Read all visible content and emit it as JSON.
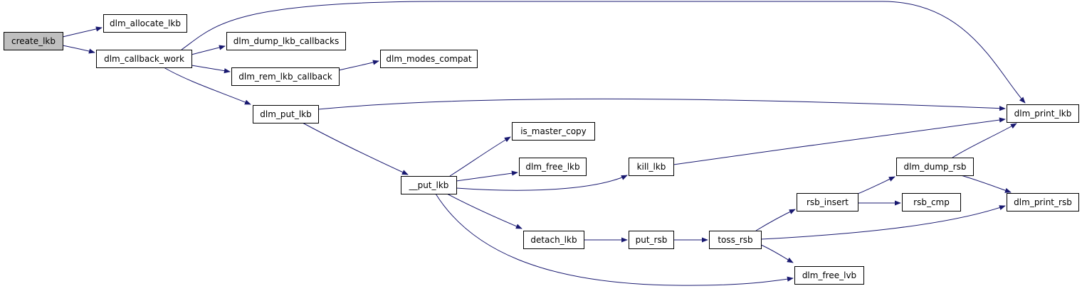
{
  "graph": {
    "edge_color": "#191970",
    "root_fill": "#bfbfbf",
    "nodes": [
      {
        "id": "create_lkb",
        "label": "create_lkb",
        "root": true
      },
      {
        "id": "dlm_allocate_lkb",
        "label": "dlm_allocate_lkb"
      },
      {
        "id": "dlm_callback_work",
        "label": "dlm_callback_work"
      },
      {
        "id": "dlm_dump_lkb_callbacks",
        "label": "dlm_dump_lkb_callbacks"
      },
      {
        "id": "dlm_rem_lkb_callback",
        "label": "dlm_rem_lkb_callback"
      },
      {
        "id": "dlm_modes_compat",
        "label": "dlm_modes_compat"
      },
      {
        "id": "dlm_put_lkb",
        "label": "dlm_put_lkb"
      },
      {
        "id": "dlm_print_lkb",
        "label": "dlm_print_lkb"
      },
      {
        "id": "is_master_copy",
        "label": "is_master_copy"
      },
      {
        "id": "dlm_free_lkb",
        "label": "dlm_free_lkb"
      },
      {
        "id": "kill_lkb",
        "label": "kill_lkb"
      },
      {
        "id": "__put_lkb",
        "label": "__put_lkb"
      },
      {
        "id": "dlm_dump_rsb",
        "label": "dlm_dump_rsb"
      },
      {
        "id": "rsb_insert",
        "label": "rsb_insert"
      },
      {
        "id": "rsb_cmp",
        "label": "rsb_cmp"
      },
      {
        "id": "dlm_print_rsb",
        "label": "dlm_print_rsb"
      },
      {
        "id": "detach_lkb",
        "label": "detach_lkb"
      },
      {
        "id": "put_rsb",
        "label": "put_rsb"
      },
      {
        "id": "toss_rsb",
        "label": "toss_rsb"
      },
      {
        "id": "dlm_free_lvb",
        "label": "dlm_free_lvb"
      }
    ],
    "edges": [
      {
        "from": "create_lkb",
        "to": "dlm_allocate_lkb"
      },
      {
        "from": "create_lkb",
        "to": "dlm_callback_work"
      },
      {
        "from": "dlm_callback_work",
        "to": "dlm_dump_lkb_callbacks"
      },
      {
        "from": "dlm_callback_work",
        "to": "dlm_rem_lkb_callback"
      },
      {
        "from": "dlm_callback_work",
        "to": "dlm_put_lkb"
      },
      {
        "from": "dlm_callback_work",
        "to": "dlm_print_lkb"
      },
      {
        "from": "dlm_rem_lkb_callback",
        "to": "dlm_modes_compat"
      },
      {
        "from": "dlm_put_lkb",
        "to": "dlm_print_lkb"
      },
      {
        "from": "dlm_put_lkb",
        "to": "__put_lkb"
      },
      {
        "from": "__put_lkb",
        "to": "is_master_copy"
      },
      {
        "from": "__put_lkb",
        "to": "dlm_free_lkb"
      },
      {
        "from": "__put_lkb",
        "to": "kill_lkb"
      },
      {
        "from": "__put_lkb",
        "to": "detach_lkb"
      },
      {
        "from": "__put_lkb",
        "to": "dlm_free_lvb"
      },
      {
        "from": "kill_lkb",
        "to": "dlm_print_lkb"
      },
      {
        "from": "detach_lkb",
        "to": "put_rsb"
      },
      {
        "from": "put_rsb",
        "to": "toss_rsb"
      },
      {
        "from": "toss_rsb",
        "to": "rsb_insert"
      },
      {
        "from": "toss_rsb",
        "to": "dlm_print_rsb"
      },
      {
        "from": "toss_rsb",
        "to": "dlm_free_lvb"
      },
      {
        "from": "rsb_insert",
        "to": "dlm_dump_rsb"
      },
      {
        "from": "rsb_insert",
        "to": "rsb_cmp"
      },
      {
        "from": "dlm_dump_rsb",
        "to": "dlm_print_lkb"
      },
      {
        "from": "dlm_dump_rsb",
        "to": "dlm_print_rsb"
      }
    ]
  }
}
